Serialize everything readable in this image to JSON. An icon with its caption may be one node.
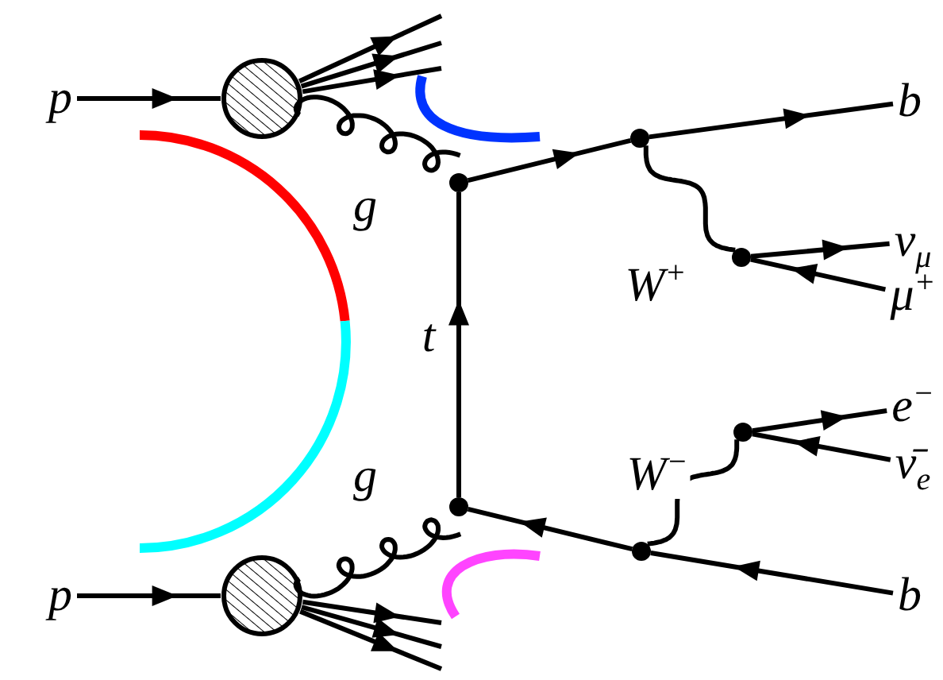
{
  "diagram": {
    "nodes": [
      {
        "text": [
          "p"
        ]
      },
      {
        "text": [],
        "shape": "circle"
      },
      {
        "text": [],
        "shape": "circle"
      },
      {
        "text": [],
        "shape": "circle"
      },
      {
        "text": [
          "b"
        ]
      },
      {
        "text": [],
        "shape": "circle"
      },
      {
        "text": [
          "ν$_{μ}$"
        ]
      },
      {
        "text": [
          "μ$^{+}$"
        ]
      },
      {
        "text": [],
        "shape": "circle"
      },
      {
        "text": [],
        "shape": "circle"
      },
      {
        "text": [],
        "shape": "circle"
      },
      {
        "text": [
          "e$^{−}$"
        ]
      },
      {
        "text": [
          "ν̄$_{e}$"
        ]
      },
      {
        "text": [
          "b"
        ]
      },
      {
        "text": [
          "p"
        ]
      },
      {
        "text": [],
        "shape": "circle"
      }
    ],
    "edges": [
      {
        "from": 0,
        "to": 1,
        "arrow": "to"
      },
      {
        "from": 1,
        "to": null,
        "arrow": "to"
      },
      {
        "from": 1,
        "to": null,
        "arrow": "to"
      },
      {
        "from": 1,
        "to": null,
        "arrow": "to"
      },
      {
        "from": 1,
        "to": 2,
        "arrow": "none",
        "label": "g"
      },
      {
        "from": 2,
        "to": 3,
        "arrow": "to"
      },
      {
        "from": 3,
        "to": 4,
        "arrow": "to"
      },
      {
        "from": 3,
        "to": 5,
        "arrow": "none",
        "label": "W$^{+}$"
      },
      {
        "from": 5,
        "to": 6,
        "arrow": "to"
      },
      {
        "from": 7,
        "to": 5,
        "arrow": "to"
      },
      {
        "from": 8,
        "to": 2,
        "arrow": "to",
        "label": "t"
      },
      {
        "from": 9,
        "to": 8,
        "arrow": "to"
      },
      {
        "from": 13,
        "to": 9,
        "arrow": "to"
      },
      {
        "from": 9,
        "to": 10,
        "arrow": "none",
        "label": "W$^{−}$"
      },
      {
        "from": 10,
        "to": 11,
        "arrow": "to"
      },
      {
        "from": 12,
        "to": 10,
        "arrow": "to"
      },
      {
        "from": 15,
        "to": 8,
        "arrow": "none",
        "label": "g"
      },
      {
        "from": 14,
        "to": 15,
        "arrow": "to"
      },
      {
        "from": 15,
        "to": null,
        "arrow": "to"
      },
      {
        "from": 15,
        "to": null,
        "arrow": "to"
      },
      {
        "from": 15,
        "to": null,
        "arrow": "to"
      }
    ]
  }
}
